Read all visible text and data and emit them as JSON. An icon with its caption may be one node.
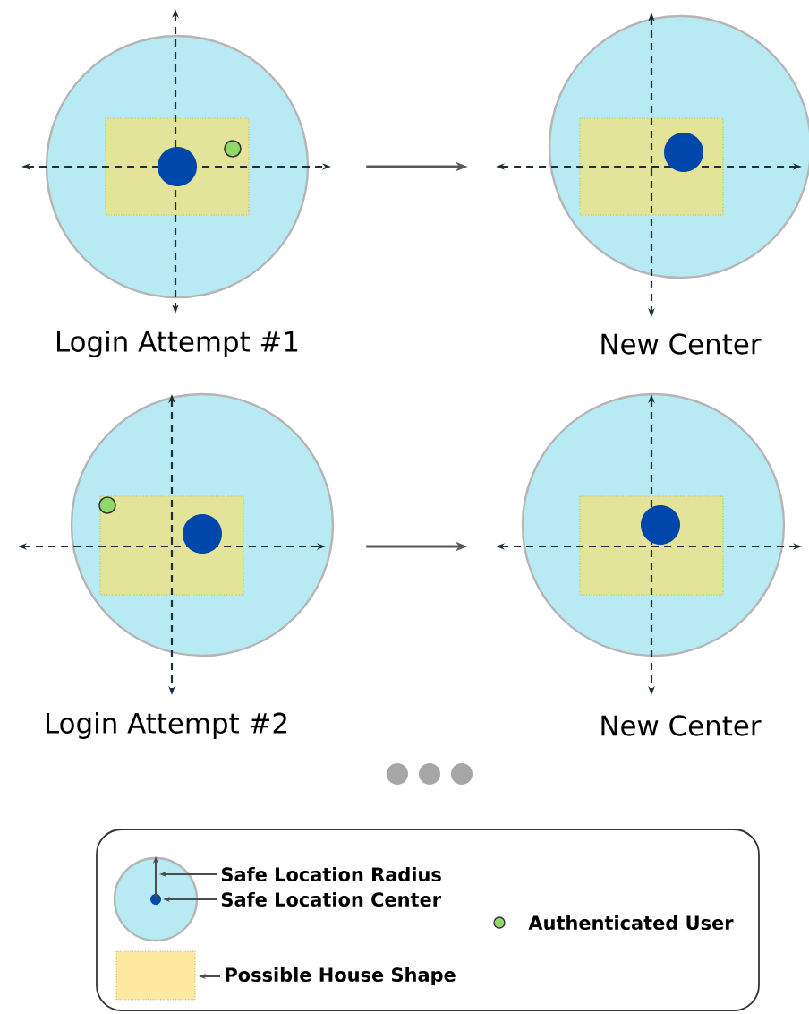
{
  "diagram": {
    "nodes": [
      {
        "text": [],
        "shape": "circle",
        "beside": [
          "Login Attempt #1"
        ]
      },
      {
        "text": [],
        "shape": "circle",
        "beside": [
          "New Center"
        ]
      },
      {
        "text": [],
        "shape": "circle",
        "beside": [
          "Login Attempt #2"
        ]
      },
      {
        "text": [],
        "shape": "circle",
        "beside": [
          "New Center"
        ]
      }
    ],
    "edges": [
      {
        "from": 0,
        "to": 1,
        "arrow": "to"
      },
      {
        "from": 2,
        "to": 3,
        "arrow": "to"
      }
    ],
    "legend": [
      {
        "text": "Safe Location Radius"
      },
      {
        "text": "Safe Location Center"
      },
      {
        "text": "Authenticated User"
      },
      {
        "text": "Possible House Shape",
        "color": "#fde9a0"
      }
    ]
  }
}
